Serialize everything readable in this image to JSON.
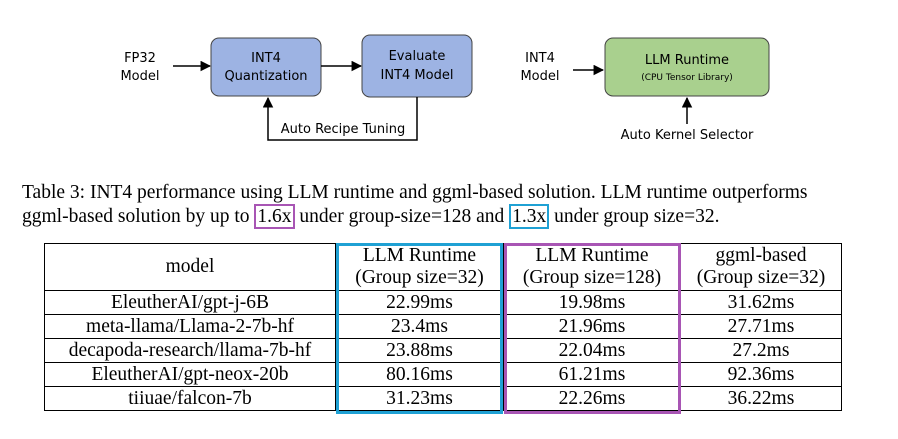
{
  "diagram": {
    "input_label": [
      "FP32",
      "Model"
    ],
    "quant_box": [
      "INT4",
      "Quantization"
    ],
    "eval_box": [
      "Evaluate",
      "INT4 Model"
    ],
    "output_label": [
      "INT4",
      "Model"
    ],
    "runtime_box": {
      "title": "LLM Runtime",
      "subtitle": "(CPU Tensor Library)"
    },
    "recipe_label": "Auto Recipe Tuning",
    "kernel_label": "Auto Kernel Selector",
    "colors": {
      "blue_box": "#9db3e3",
      "green_box": "#a9d08e",
      "border": "#444444"
    }
  },
  "caption": {
    "line1": "Table 3: INT4 performance using LLM runtime and ggml-based solution. LLM runtime outperforms",
    "line2_a": "ggml-based solution by up to ",
    "highlight1": "1.6x",
    "line2_b": " under group-size=128 and ",
    "highlight2": "1.3x",
    "line2_c": " under group size=32."
  },
  "table": {
    "headers": [
      [
        "model"
      ],
      [
        "LLM Runtime",
        "(Group size=32)"
      ],
      [
        "LLM Runtime",
        "(Group size=128)"
      ],
      [
        "ggml-based",
        "(Group size=32)"
      ]
    ],
    "rows": [
      [
        "EleutherAI/gpt-j-6B",
        "22.99ms",
        "19.98ms",
        "31.62ms"
      ],
      [
        "meta-llama/Llama-2-7b-hf",
        "23.4ms",
        "21.96ms",
        "27.71ms"
      ],
      [
        "decapoda-research/llama-7b-hf",
        "23.88ms",
        "22.04ms",
        "27.2ms"
      ],
      [
        "EleutherAI/gpt-neox-20b",
        "80.16ms",
        "61.21ms",
        "92.36ms"
      ],
      [
        "tiiuae/falcon-7b",
        "31.23ms",
        "22.26ms",
        "36.22ms"
      ]
    ],
    "highlight_colors": {
      "blue": "#1fa1d4",
      "purple": "#a855b4"
    }
  }
}
